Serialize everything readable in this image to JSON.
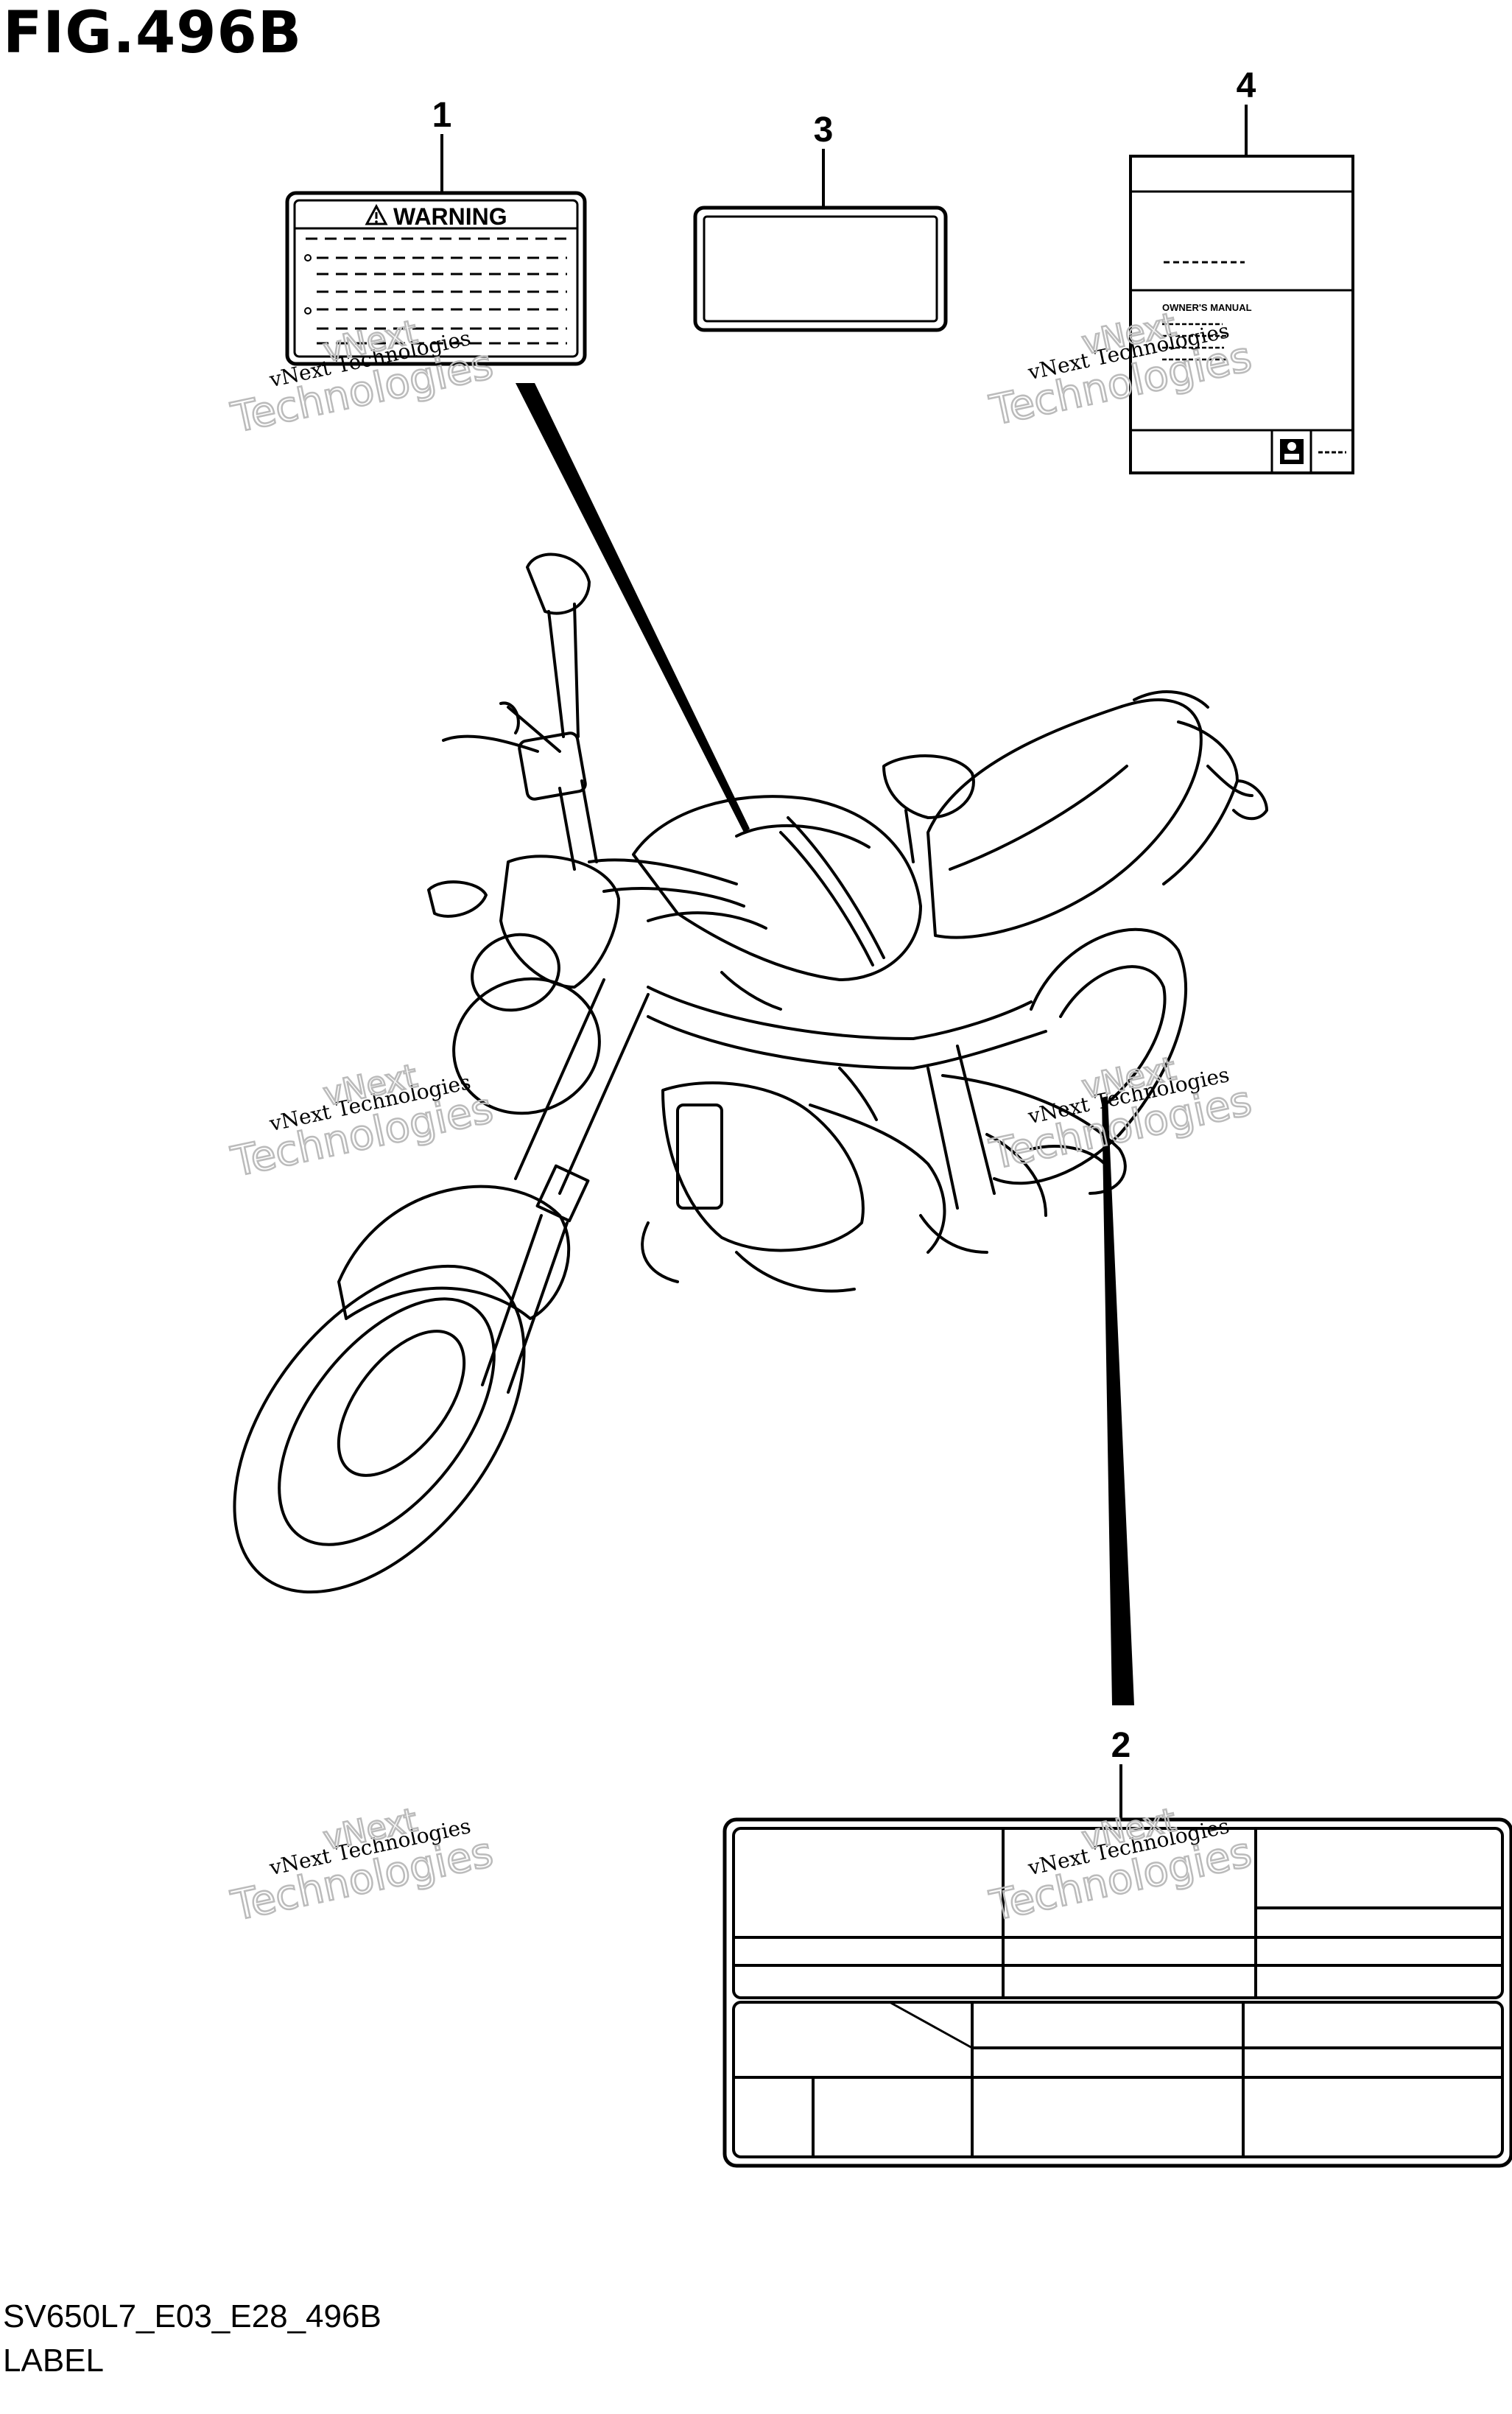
{
  "figure": {
    "title": "FIG.496B",
    "code": "SV650L7_E03_E28_496B",
    "caption": "LABEL"
  },
  "callouts": [
    "1",
    "2",
    "3",
    "4"
  ],
  "labels": {
    "warning_label": {
      "heading": "WARNING"
    },
    "manual_label": {
      "heading": "OWNER'S MANUAL"
    }
  },
  "watermark": {
    "line_small": "vNext Technologies",
    "line_big_1": "vNext",
    "line_big_2": "Technologies"
  },
  "colors": {
    "line": "#000000",
    "watermark": "#bbbbbb",
    "background": "#ffffff"
  }
}
